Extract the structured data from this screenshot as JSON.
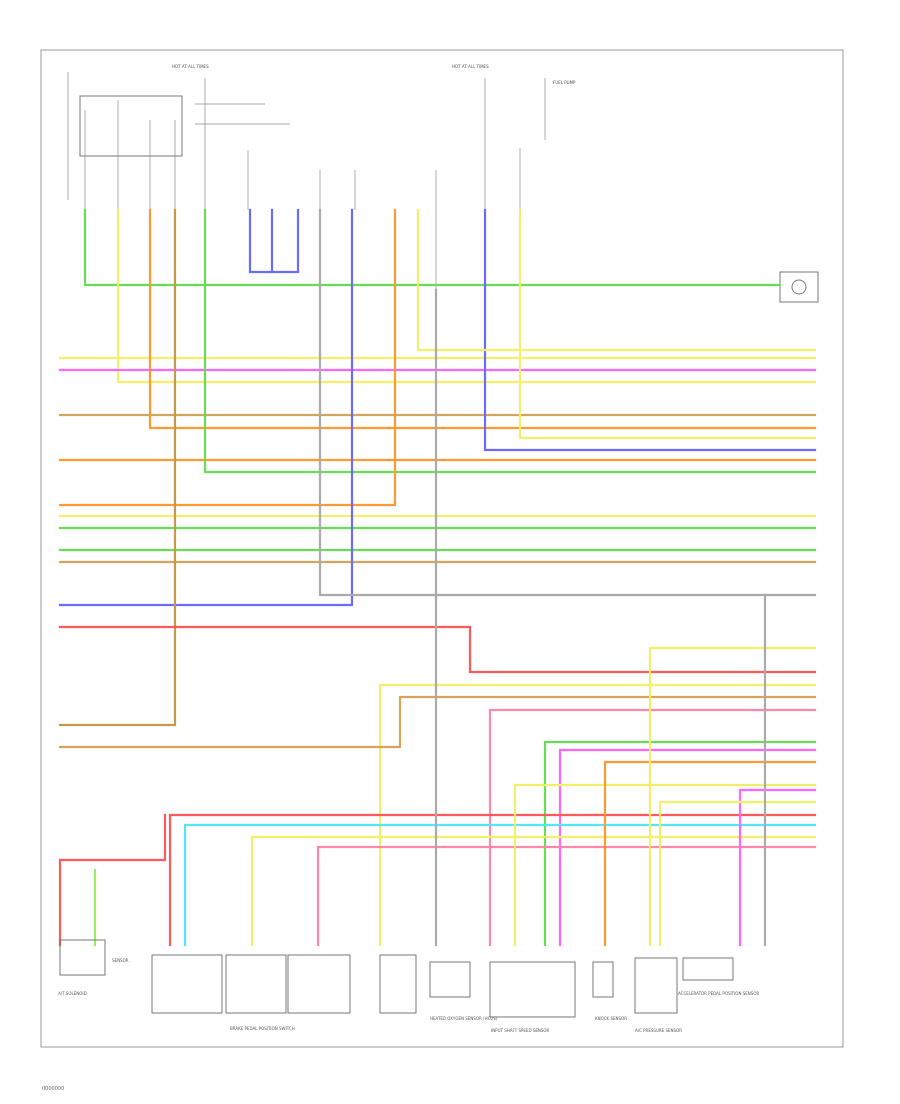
{
  "diagram": {
    "ref_code": "0000000",
    "top_labels": {
      "fuse_left": "HOT AT ALL TIMES",
      "fuse_right": "HOT AT ALL TIMES",
      "notes": "FUEL PUMP"
    },
    "bottom_labels": [
      "A/T SOLENOID",
      "SENSOR",
      "HEATED OXYGEN SENSOR (HO2S)",
      "KNOCK SENSOR",
      "INPUT SHAFT SPEED SENSOR",
      "A/C PRESSURE SENSOR",
      "BRAKE PEDAL POSITION SWITCH",
      "ACCELERATOR PEDAL POSITION SENSOR"
    ]
  },
  "colors": {
    "green": "#66dd55",
    "yellow": "#f3ef6a",
    "magenta": "#ff66ff",
    "orange": "#ff9933",
    "tan": "#d4a45c",
    "brown": "#c49a4a",
    "blue": "#6b6bff",
    "red": "#ff5a5a",
    "cyan": "#55e6f5",
    "pink": "#ff88aa",
    "lightgreen": "#99ee66",
    "gray": "#aaaaaa"
  }
}
